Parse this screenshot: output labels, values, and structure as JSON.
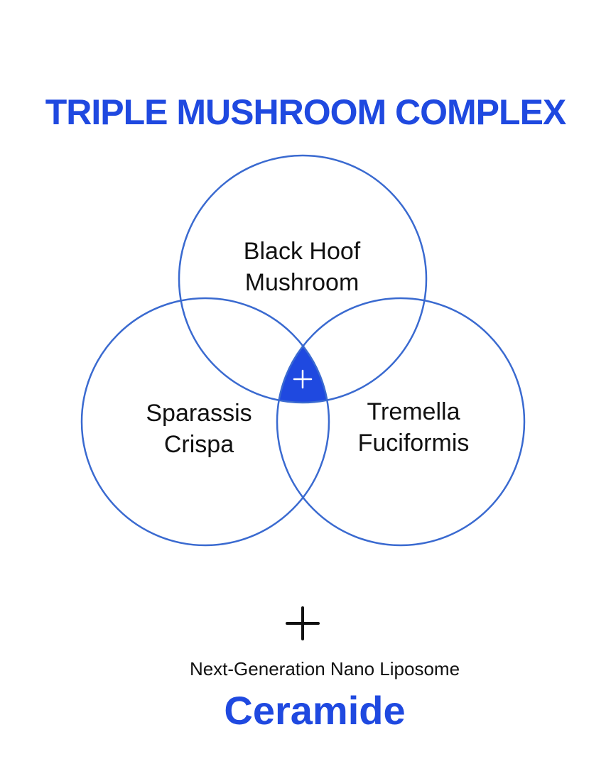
{
  "title": "TRIPLE MUSHROOM COMPLEX",
  "colors": {
    "accent": "#1f49e0",
    "circle_stroke": "#3a6ad0",
    "text": "#111111"
  },
  "venn": {
    "sets": [
      {
        "label": "Black Hoof\nMushroom"
      },
      {
        "label": "Sparassis\nCrispa"
      },
      {
        "label": "Tremella\nFuciformis"
      }
    ],
    "center_symbol": "+",
    "center_symbol_icon": "plus-icon"
  },
  "connector_icon": "plus-icon",
  "subtitle": "Next-Generation Nano Liposome",
  "footer_title": "Ceramide"
}
